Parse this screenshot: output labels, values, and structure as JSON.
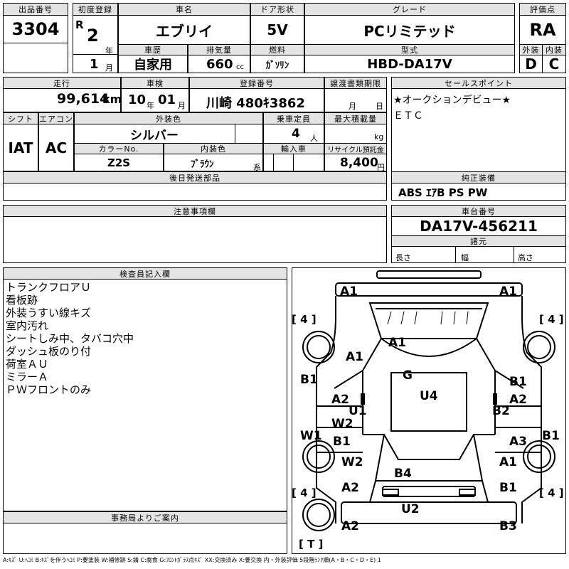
{
  "lot": {
    "label": "出品番号",
    "value": "3304"
  },
  "first_reg": {
    "label": "初度登録",
    "era": "R",
    "year": "2",
    "year_unit": "年",
    "month": "1",
    "month_unit": "月"
  },
  "car_name": {
    "label": "車名",
    "value": "エブリイ"
  },
  "door": {
    "label": "ドア形状",
    "value": "5V"
  },
  "grade": {
    "label": "グレード",
    "value": "PCリミテッド"
  },
  "score": {
    "label": "評価点",
    "value": "RA",
    "ext_label": "外装",
    "ext_value": "D",
    "int_label": "内装",
    "int_value": "C"
  },
  "history": {
    "label": "車歴",
    "value": "自家用"
  },
  "displacement": {
    "label": "排気量",
    "value": "660",
    "unit": "cc"
  },
  "fuel": {
    "label": "燃料",
    "value": "ｶﾞｿﾘﾝ"
  },
  "model_code": {
    "label": "型式",
    "value": "HBD-DA17V"
  },
  "mileage": {
    "label": "走行",
    "value": "99,614",
    "unit": "km"
  },
  "inspection": {
    "label": "車検",
    "year": "10",
    "year_unit": "年",
    "month": "01",
    "month_unit": "月"
  },
  "plate": {
    "label": "登録番号",
    "value": "川崎 480ｷ3862"
  },
  "transfer": {
    "label": "譲渡書類期限",
    "month_unit": "月",
    "day_unit": "日"
  },
  "shift": {
    "label": "シフト",
    "value": "IAT"
  },
  "aircon": {
    "label": "エアコン",
    "value": "AC"
  },
  "ext_color": {
    "label": "外装色",
    "value": "シルバー"
  },
  "capacity": {
    "label": "乗車定員",
    "value": "4",
    "unit": "人"
  },
  "max_load": {
    "label": "最大積載量",
    "unit": "kg"
  },
  "color_no": {
    "label": "カラーNo.",
    "value": "Z2S"
  },
  "int_color": {
    "label": "内装色",
    "value": "ﾌﾞﾗｳﾝ",
    "suffix": "系"
  },
  "import": {
    "label": "輸入車"
  },
  "recycle": {
    "label": "リサイクル預託金",
    "value": "8,400",
    "unit": "円"
  },
  "later_parts": {
    "label": "後日発送部品"
  },
  "sales_points": {
    "label": "セールスポイント",
    "lines": [
      "★オークションデビュー★",
      "ＥＴＣ"
    ]
  },
  "equipment": {
    "label": "純正装備",
    "value": "ABS ｴｱB PS PW"
  },
  "notes": {
    "label": "注意事項欄"
  },
  "chassis": {
    "label": "車台番号",
    "value": "DA17V-456211"
  },
  "specs": {
    "label": "諸元",
    "length": "長さ",
    "width": "幅",
    "height": "高さ"
  },
  "inspector": {
    "label": "検査員記入欄",
    "lines": [
      "トランクフロアＵ",
      "看板跡",
      "外装うすい線キズ",
      "室内汚れ",
      "シートしみ中、タバコ穴中",
      "ダッシュ板のり付",
      "荷室ＡＵ",
      "ミラーＡ",
      "ＰＷフロントのみ"
    ]
  },
  "office": {
    "label": "事務局よりご案内"
  },
  "diagram": {
    "tires": {
      "front_left": "[ 4 ]",
      "front_right": "[ 4 ]",
      "rear_left": "[ 4 ]",
      "rear_right": "[ 4 ]",
      "spare": "[ T ]"
    },
    "marks": [
      "A1",
      "A1",
      "A1",
      "A1",
      "B1",
      "A2",
      "U1",
      "W2",
      "B1",
      "W1",
      "W2",
      "A2",
      "G",
      "U4",
      "B4",
      "B1",
      "A2",
      "B2",
      "A3",
      "B1",
      "A1",
      "B1",
      "U2",
      "A2",
      "B3"
    ]
  },
  "legend": "A:ｷｽﾞ U:ﾍｺﾐ B:ｷｽﾞを伴うﾍｺﾐ P:要塗装 W:補修跡 S:錆 C:腐食 G:ﾌﾛﾝﾄｶﾞﾗｽ点ｷｽﾞ XX:交換済み X:要交換 内・外装評価 5段階ﾗﾝｸ順(A・B・C・D・E) 1"
}
